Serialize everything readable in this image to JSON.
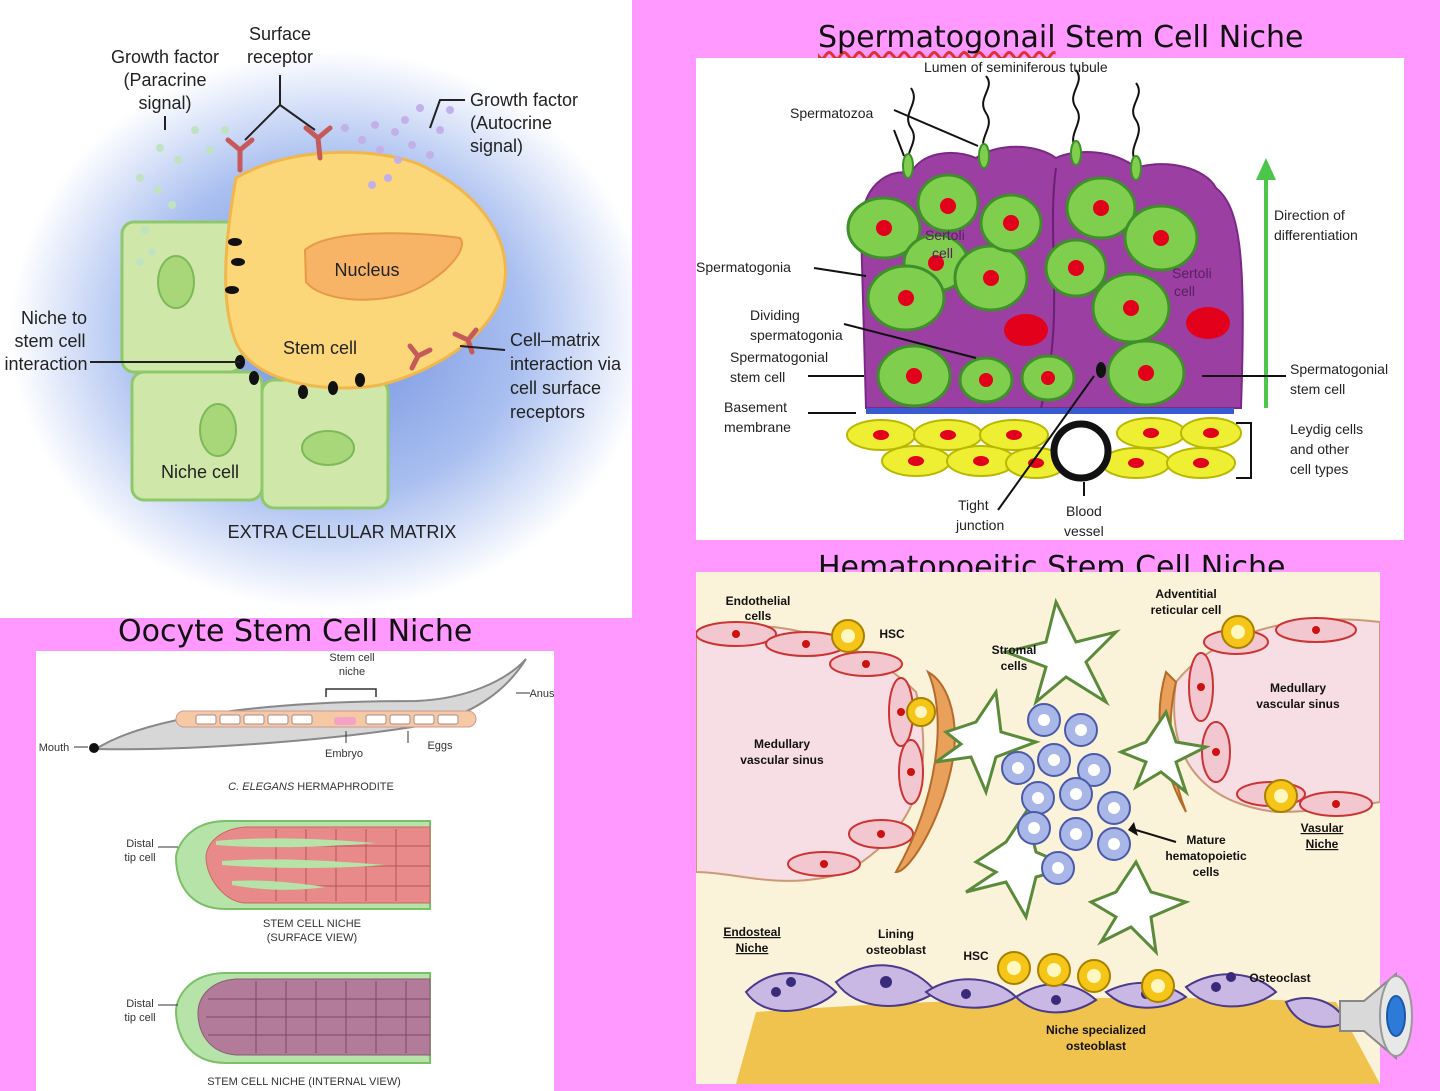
{
  "colors": {
    "slide_background": "#ff99ff",
    "stem_cell": "#fbd77a",
    "niche_cell": "#cfe8a9",
    "sertoli": "#9b3fa3",
    "spermatogonia": "#7fce4e",
    "nucleus_red": "#e3001b",
    "hsc": "#f5c518",
    "bone": "#f0c24e"
  },
  "stem_cell_diagram": {
    "labels": {
      "growth_factor_paracrine": [
        "Growth factor",
        "(Paracrine",
        "signal)"
      ],
      "surface_receptor": [
        "Surface",
        "receptor"
      ],
      "growth_factor_autocrine": [
        "Growth factor",
        "(Autocrine",
        "signal)"
      ],
      "nucleus": "Nucleus",
      "stem_cell": "Stem cell",
      "niche_to_stem": [
        "Niche to",
        "stem cell",
        "interaction"
      ],
      "cell_matrix": [
        "Cell–matrix",
        "interaction via",
        "cell surface",
        "receptors"
      ],
      "niche_cell": "Niche cell",
      "extra_cellular_matrix": "EXTRA CELLULAR MATRIX"
    }
  },
  "spermatogonial": {
    "title_part1": "Spermatogonail",
    "title_part2": " Stem Cell Niche",
    "labels": {
      "lumen": "Lumen of seminiferous tubule",
      "spermatozoa": "Spermatozoa",
      "direction": [
        "Direction of",
        "differentiation"
      ],
      "sertoli_1": [
        "Sertoli",
        "cell"
      ],
      "sertoli_2": [
        "Sertoli",
        "cell"
      ],
      "spermatogonia": "Spermatogonia",
      "dividing": [
        "Dividing",
        "spermatogonia"
      ],
      "ssc_left": [
        "Spermatogonial",
        "stem cell"
      ],
      "ssc_right": [
        "Spermatogonial",
        "stem cell"
      ],
      "basement": [
        "Basement",
        "membrane"
      ],
      "leydig": [
        "Leydig cells",
        "and other",
        "cell types"
      ],
      "tight": [
        "Tight",
        "junction"
      ],
      "blood": [
        "Blood",
        "vessel"
      ]
    }
  },
  "oocyte": {
    "title": "Oocyte Stem Cell Niche",
    "labels": {
      "stem_niche": [
        "Stem cell",
        "niche"
      ],
      "anus": "Anus",
      "mouth": "Mouth",
      "embryo": "Embryo",
      "eggs": "Eggs",
      "hermaphrodite_italic": "C. ELEGANS",
      "hermaphrodite_rest": " HERMAPHRODITE",
      "distal_1": [
        "Distal",
        "tip cell"
      ],
      "surface_view": [
        "STEM CELL NICHE",
        "(SURFACE VIEW)"
      ],
      "distal_2": [
        "Distal",
        "tip cell"
      ],
      "internal_view": "STEM CELL NICHE (INTERNAL VIEW)"
    }
  },
  "hematopoietic": {
    "title_part1": "Hematopoeitic",
    "title_part2": " Stem Cell Niche",
    "labels": {
      "endothelial": [
        "Endothelial",
        "cells"
      ],
      "hsc_top": "HSC",
      "stromal": [
        "Stromal",
        "cells"
      ],
      "adventitial": [
        "Adventitial",
        "reticular cell"
      ],
      "medullary_left": [
        "Medullary",
        "vascular sinus"
      ],
      "medullary_right": [
        "Medullary",
        "vascular sinus"
      ],
      "mature": [
        "Mature",
        "hematopoietic",
        "cells"
      ],
      "vascular_niche": [
        "Vasular",
        "Niche"
      ],
      "endosteal": [
        "Endosteal",
        "Niche"
      ],
      "lining": [
        "Lining",
        "osteoblast"
      ],
      "hsc_bottom": "HSC",
      "osteoclast": "Osteoclast",
      "niche_osteoblast": [
        "Niche specialized",
        "osteoblast"
      ]
    }
  },
  "speaker": {
    "icon": "speaker-icon"
  }
}
